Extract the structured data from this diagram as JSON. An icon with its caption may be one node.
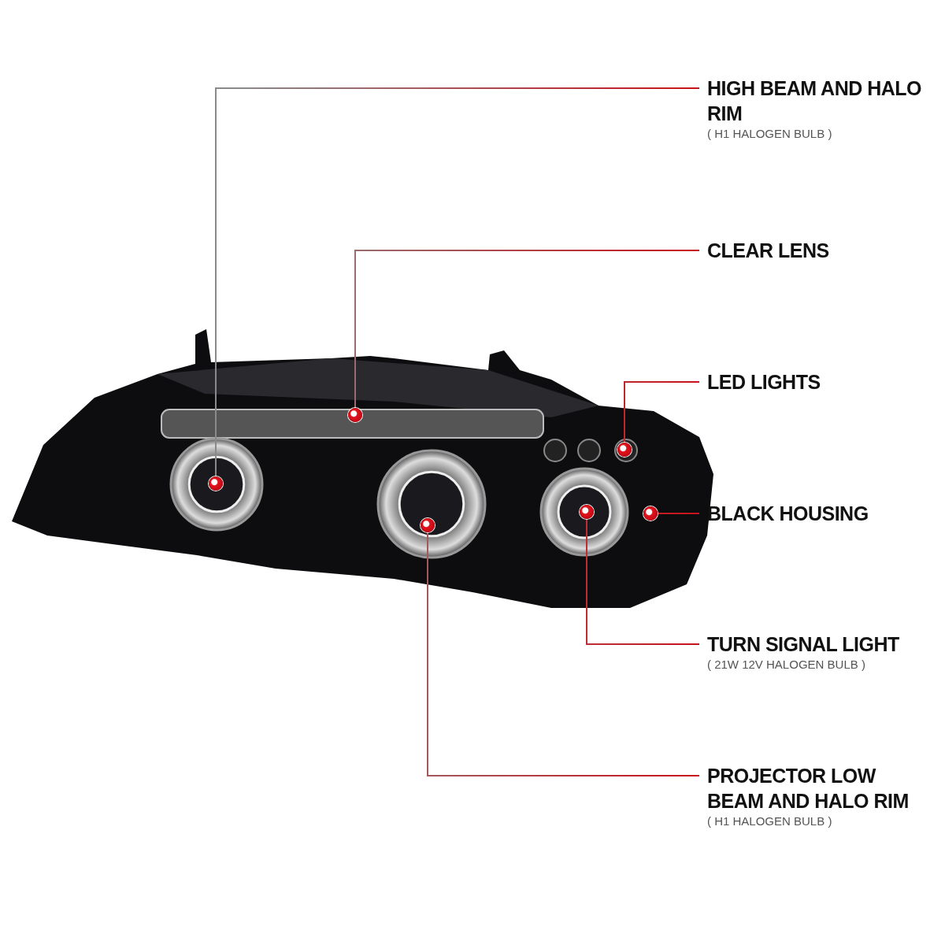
{
  "diagram": {
    "nodes": [
      {
        "text": [
          "HIGH BEAM AND HALO RIM",
          "( H1 HALOGEN BULB )"
        ]
      },
      {
        "text": [
          "CLEAR LENS"
        ]
      },
      {
        "text": [
          "LED LIGHTS"
        ]
      },
      {
        "text": [
          "BLACK HOUSING"
        ]
      },
      {
        "text": [
          "TURN SIGNAL LIGHT",
          "( 21W 12V HALOGEN BULB )"
        ]
      },
      {
        "text": [
          "PROJECTOR LOW BEAM AND HALO RIM",
          "( H1 HALOGEN BULB )"
        ]
      },
      {
        "text": [],
        "shape": "circle"
      },
      {
        "text": [],
        "shape": "circle"
      },
      {
        "text": [],
        "shape": "circle"
      },
      {
        "text": [],
        "shape": "circle"
      },
      {
        "text": [],
        "shape": "circle"
      },
      {
        "text": [],
        "shape": "circle"
      }
    ],
    "edges": [
      {
        "from": 0,
        "to": 6,
        "arrow": "none"
      },
      {
        "from": 1,
        "to": 7,
        "arrow": "none"
      },
      {
        "from": 2,
        "to": 10,
        "arrow": "none"
      },
      {
        "from": 3,
        "to": 11,
        "arrow": "none"
      },
      {
        "from": 4,
        "to": 9,
        "arrow": "none"
      },
      {
        "from": 5,
        "to": 8,
        "arrow": "none"
      }
    ]
  }
}
